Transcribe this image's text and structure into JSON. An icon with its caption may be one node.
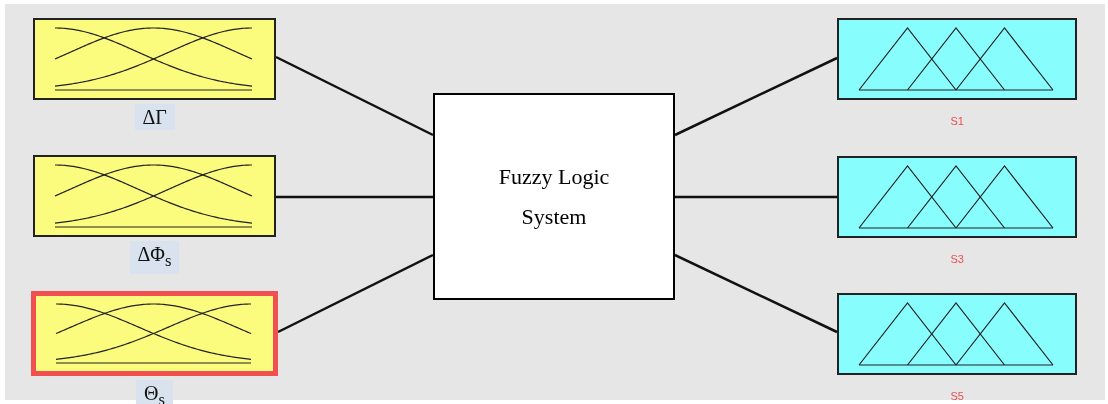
{
  "diagram": {
    "nodes": [
      {
        "text": [],
        "shape": "picture",
        "beside": [
          "ΔΓ"
        ]
      },
      {
        "text": [],
        "shape": "picture",
        "beside": [
          "ΔΦ$_{s}$"
        ]
      },
      {
        "text": [],
        "shape": "picture",
        "beside": [
          "Θ$_{s}$"
        ]
      },
      {
        "text": [
          "Fuzzy Logic System"
        ]
      },
      {
        "text": [],
        "shape": "picture",
        "beside": [
          "S1"
        ]
      },
      {
        "text": [],
        "shape": "picture",
        "beside": [
          "S3"
        ]
      },
      {
        "text": [],
        "shape": "picture",
        "beside": [
          "S5"
        ]
      }
    ],
    "edges": [
      {
        "from": 0,
        "to": 3,
        "arrow": "none"
      },
      {
        "from": 1,
        "to": 3,
        "arrow": "none"
      },
      {
        "from": 2,
        "to": 3,
        "arrow": "none"
      },
      {
        "from": 3,
        "to": 4,
        "arrow": "none"
      },
      {
        "from": 3,
        "to": 5,
        "arrow": "none"
      },
      {
        "from": 3,
        "to": 6,
        "arrow": "none"
      }
    ]
  }
}
